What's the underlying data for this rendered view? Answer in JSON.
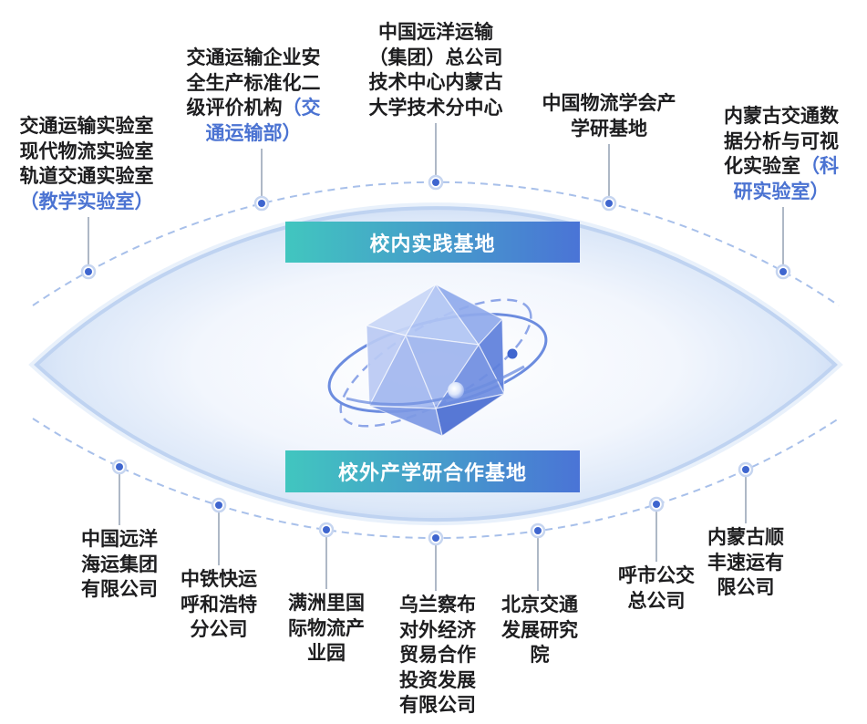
{
  "colors": {
    "text": "#1d1d1f",
    "highlight": "#4b73d2",
    "banner_start": "#41c6bf",
    "banner_end": "#4a74d6",
    "dot": "#3f66cf",
    "connector": "#9aa6b8",
    "dashed_arc": "#a8c0ea"
  },
  "banners": {
    "inner_base": "校内实践基地",
    "outer_base": "校外产学研合作基地"
  },
  "top_labels": [
    {
      "lines": [
        {
          "t": "交通运输实验室"
        },
        {
          "t": "现代物流实验室"
        },
        {
          "t": "轨道交通实验室"
        },
        {
          "b": "（教学实验室）"
        }
      ]
    },
    {
      "lines": [
        {
          "t": "交通运输企业安"
        },
        {
          "t": "全生产标准化二"
        },
        {
          "t": "级评价机构",
          "b": "（交"
        },
        {
          "b": "通运输部）"
        }
      ]
    },
    {
      "lines": [
        {
          "t": "中国远洋运输"
        },
        {
          "t": "（集团）总公司"
        },
        {
          "t": "技术中心内蒙古"
        },
        {
          "t": "大学技术分中心"
        }
      ]
    },
    {
      "lines": [
        {
          "t": "中国物流学会产"
        },
        {
          "t": "学研基地"
        }
      ]
    },
    {
      "lines": [
        {
          "t": "内蒙古交通数"
        },
        {
          "t": "据分析与可视"
        },
        {
          "t": "化实验室",
          "b": "（科"
        },
        {
          "b": "研实验室）"
        }
      ]
    }
  ],
  "bottom_labels": [
    {
      "lines": [
        "中国远洋",
        "海运集团",
        "有限公司"
      ]
    },
    {
      "lines": [
        "中铁快运",
        "呼和浩特",
        "分公司"
      ]
    },
    {
      "lines": [
        "满洲里国",
        "际物流产",
        "业园"
      ]
    },
    {
      "lines": [
        "乌兰察布",
        "对外经济",
        "贸易合作",
        "投资发展",
        "有限公司"
      ]
    },
    {
      "lines": [
        "北京交通",
        "发展研究",
        "院"
      ]
    },
    {
      "lines": [
        "呼市公交",
        "总公司"
      ]
    },
    {
      "lines": [
        "内蒙古顺",
        "丰速运有",
        "限公司"
      ]
    }
  ]
}
